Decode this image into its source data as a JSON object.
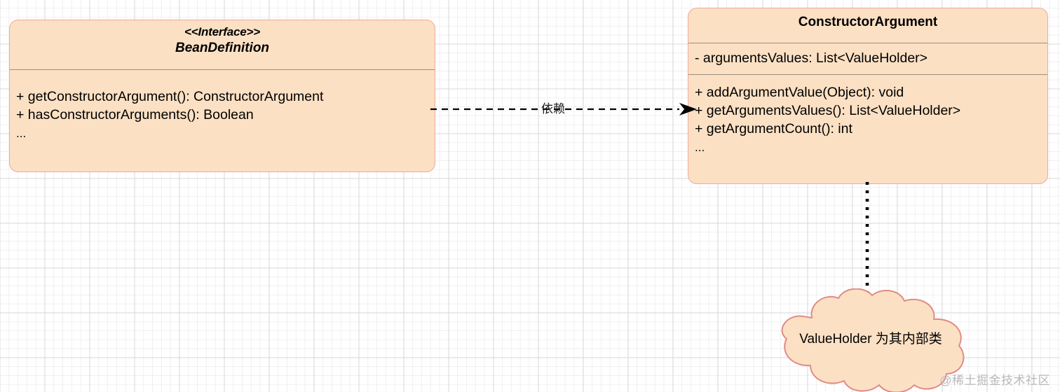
{
  "diagram": {
    "type": "uml-class-diagram",
    "background": {
      "grid": true,
      "minor_grid_color": "#f0f0f0",
      "major_grid_color": "#d9d9d9"
    },
    "colors": {
      "node_fill": "#fbe0c4",
      "node_border": "#f0a9a0",
      "compartment_separator": "#9a9183",
      "edge": "#000000",
      "text": "#000000",
      "watermark": "#b9b9b9"
    },
    "classes": [
      {
        "id": "beandefinition",
        "stereotype": "<<Interface>>",
        "name": "BeanDefinition",
        "name_italic": true,
        "attributes": [],
        "methods": [
          "+ getConstructorArgument(): ConstructorArgument",
          "+ hasConstructorArguments(): Boolean",
          "..."
        ]
      },
      {
        "id": "constructorargument",
        "stereotype": "",
        "name": "ConstructorArgument",
        "name_italic": false,
        "attributes": [
          "- argumentsValues: List<ValueHolder>"
        ],
        "methods": [
          "+ addArgumentValue(Object): void",
          "+ getArgumentsValues(): List<ValueHolder>",
          "+ getArgumentCount(): int",
          "..."
        ]
      }
    ],
    "edges": [
      {
        "id": "dependency",
        "from": "beandefinition",
        "to": "constructorargument",
        "label": "依赖",
        "style": "dashed",
        "arrowhead": "filled-open-arrow"
      },
      {
        "id": "note-link",
        "from": "constructorargument",
        "to": "cloud-note",
        "label": "",
        "style": "dotted",
        "arrowhead": "none"
      }
    ],
    "notes": [
      {
        "id": "cloud-note",
        "shape": "cloud",
        "text": "ValueHolder 为其内部类"
      }
    ],
    "watermark": "@稀土掘金技术社区"
  }
}
